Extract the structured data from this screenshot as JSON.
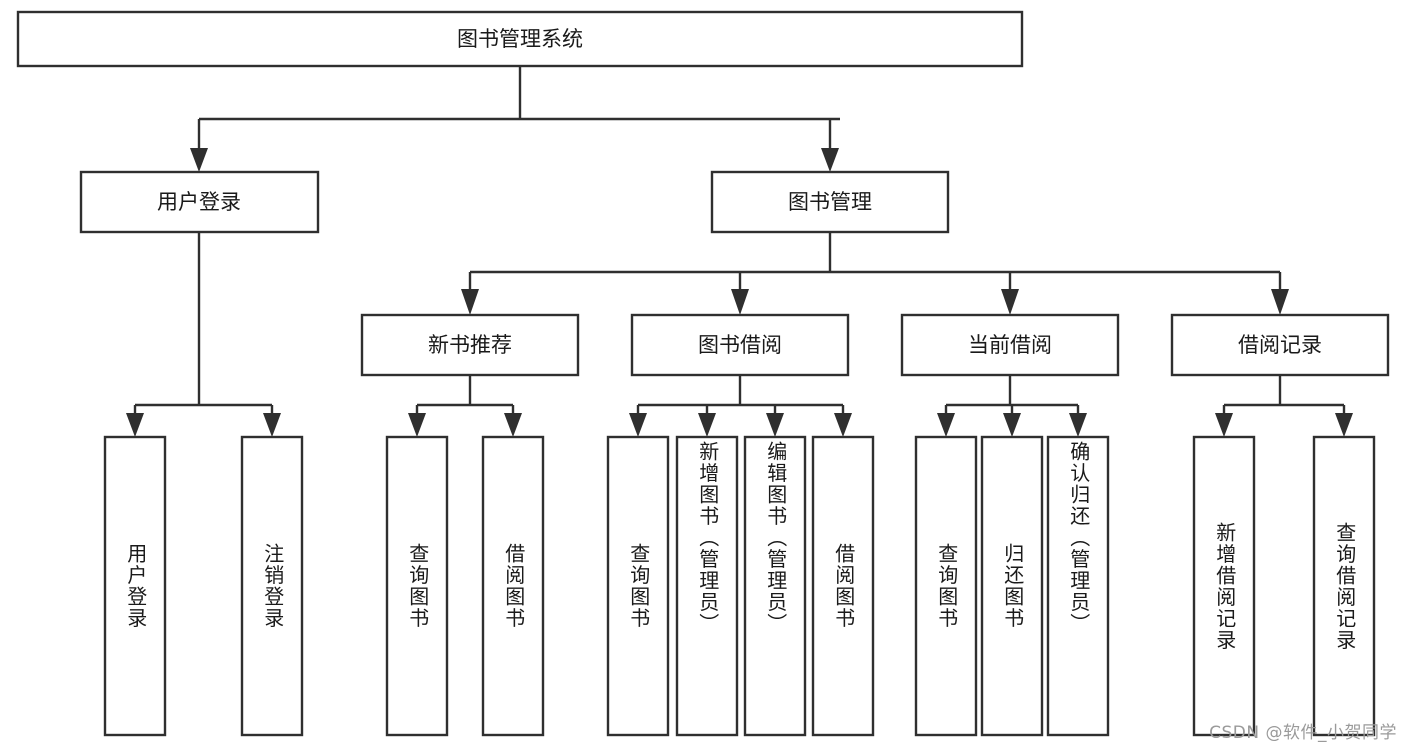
{
  "diagram": {
    "type": "tree",
    "title": "图书管理系统",
    "watermark": "CSDN @软件_小贺同学",
    "colors": {
      "stroke": "#2f2f2f",
      "fill": "#ffffff",
      "text": "#1a1a1a",
      "watermark": "#9a9a9a",
      "background": "#ffffff"
    },
    "levels": {
      "root": {
        "label": "图书管理系统"
      },
      "level2": [
        {
          "label": "用户登录"
        },
        {
          "label": "图书管理"
        }
      ],
      "level3": [
        {
          "label": "新书推荐"
        },
        {
          "label": "图书借阅"
        },
        {
          "label": "当前借阅"
        },
        {
          "label": "借阅记录"
        }
      ],
      "leaves": {
        "user_login": [
          {
            "label": "用户登录"
          },
          {
            "label": "注销登录"
          }
        ],
        "new_book_recommend": [
          {
            "label": "查询图书"
          },
          {
            "label": "借阅图书"
          }
        ],
        "book_borrow": [
          {
            "label": "查询图书"
          },
          {
            "label": "新增图书（管理员）"
          },
          {
            "label": "编辑图书（管理员）"
          },
          {
            "label": "借阅图书"
          }
        ],
        "current_borrow": [
          {
            "label": "查询图书"
          },
          {
            "label": "归还图书"
          },
          {
            "label": "确认归还（管理员）"
          }
        ],
        "borrow_record": [
          {
            "label": "新增借阅记录"
          },
          {
            "label": "查询借阅记录"
          }
        ]
      }
    }
  }
}
